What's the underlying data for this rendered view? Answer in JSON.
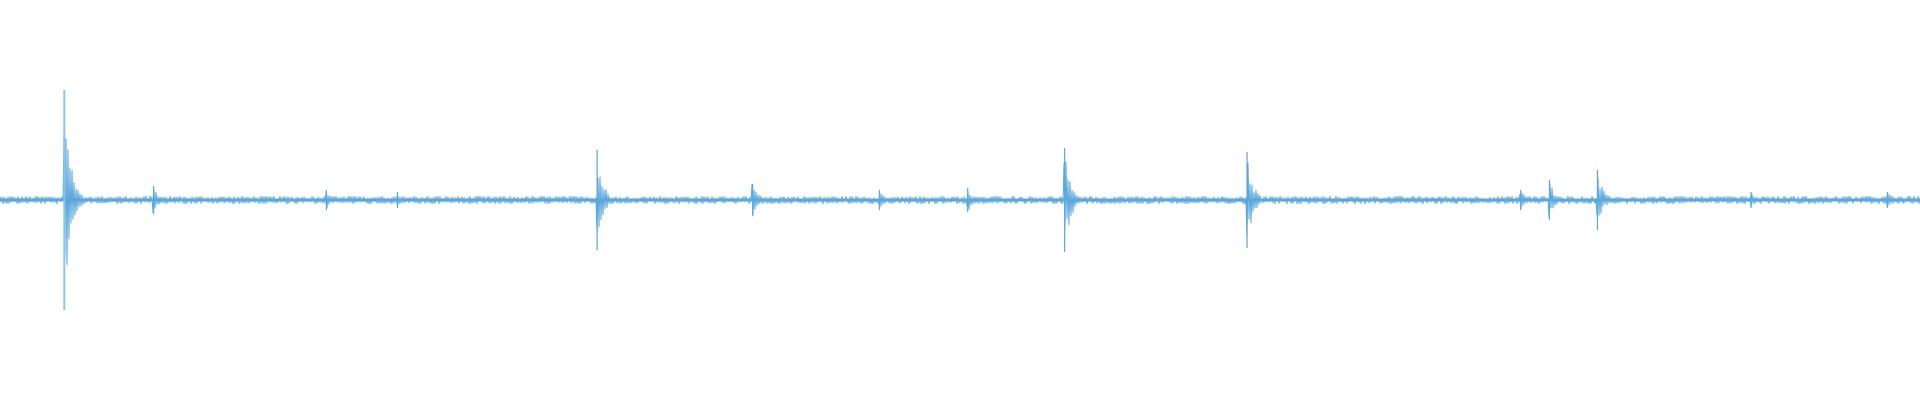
{
  "waveform": {
    "color": "#5aa7dc",
    "peak_color": "#8fc3e8",
    "background": "#ffffff",
    "baseline_amplitude": 0.02,
    "amplitude_scale": 1.0,
    "transients": [
      {
        "position": 0.0335,
        "amplitude": 0.55
      },
      {
        "position": 0.08,
        "amplitude": 0.07
      },
      {
        "position": 0.17,
        "amplitude": 0.05
      },
      {
        "position": 0.207,
        "amplitude": 0.04
      },
      {
        "position": 0.311,
        "amplitude": 0.25
      },
      {
        "position": 0.392,
        "amplitude": 0.08
      },
      {
        "position": 0.458,
        "amplitude": 0.05
      },
      {
        "position": 0.504,
        "amplitude": 0.06
      },
      {
        "position": 0.5545,
        "amplitude": 0.26
      },
      {
        "position": 0.6495,
        "amplitude": 0.24
      },
      {
        "position": 0.792,
        "amplitude": 0.05
      },
      {
        "position": 0.807,
        "amplitude": 0.1
      },
      {
        "position": 0.832,
        "amplitude": 0.15
      },
      {
        "position": 0.912,
        "amplitude": 0.04
      },
      {
        "position": 0.983,
        "amplitude": 0.04
      }
    ]
  }
}
